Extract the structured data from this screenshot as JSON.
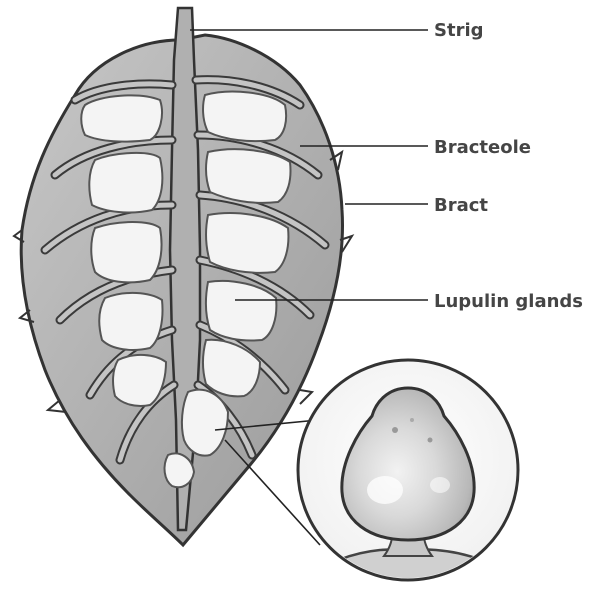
{
  "labels": {
    "strig": "Strig",
    "bracteole": "Bracteole",
    "bract": "Bract",
    "lupulin_glands": "Lupulin glands"
  }
}
